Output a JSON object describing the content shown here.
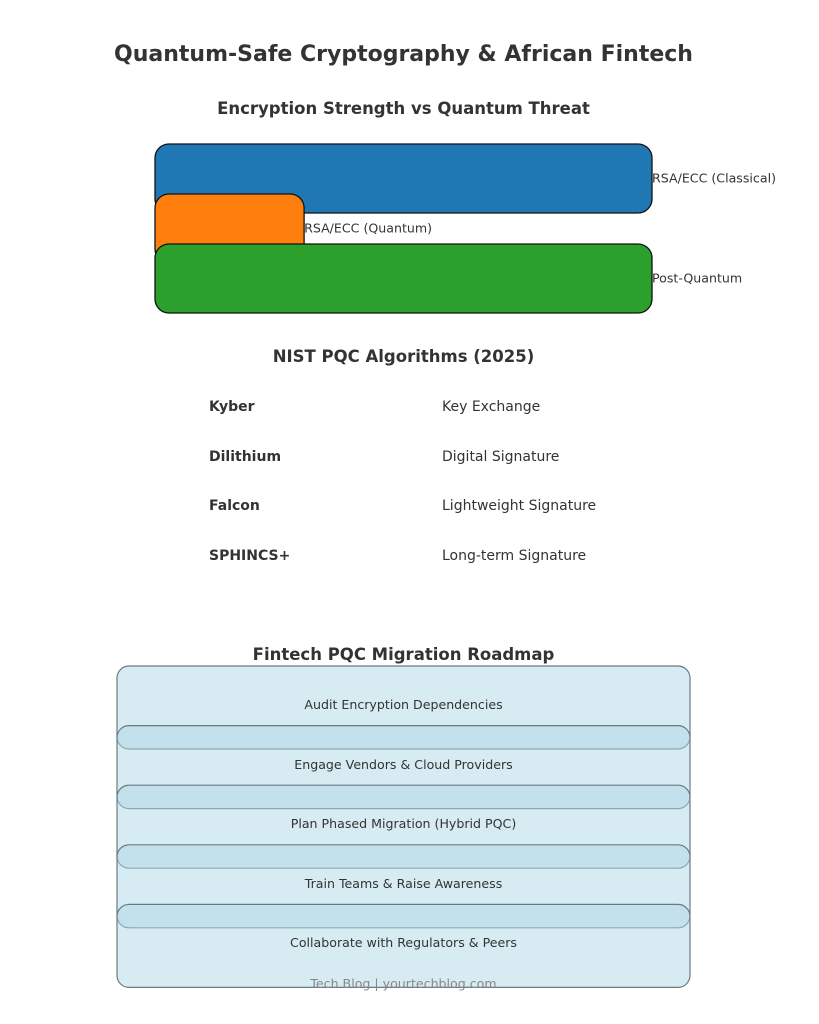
{
  "title": "Quantum-Safe Cryptography & African Fintech",
  "chart_data": {
    "type": "bar",
    "orientation": "horizontal",
    "title": "Encryption Strength vs Quantum Threat",
    "categories": [
      "RSA/ECC (Classical)",
      "RSA/ECC (Quantum)",
      "Post-Quantum"
    ],
    "values": [
      100,
      30,
      100
    ],
    "colors": [
      "#1f77b4",
      "#ff7f0e",
      "#2ca02c"
    ],
    "xlim": [
      0,
      100
    ],
    "xlabel": "",
    "ylabel": "",
    "grid": false
  },
  "algorithms": {
    "title": "NIST PQC Algorithms (2025)",
    "rows": [
      {
        "name": "Kyber",
        "use": "Key Exchange"
      },
      {
        "name": "Dilithium",
        "use": "Digital Signature"
      },
      {
        "name": "Falcon",
        "use": "Lightweight Signature"
      },
      {
        "name": "SPHINCS+",
        "use": "Long-term Signature"
      }
    ]
  },
  "roadmap": {
    "title": "Fintech PQC Migration Roadmap",
    "fill_color": "#add8e6",
    "steps": [
      "Audit Encryption Dependencies",
      "Engage Vendors & Cloud Providers",
      "Plan Phased Migration (Hybrid PQC)",
      "Train Teams & Raise Awareness",
      "Collaborate with Regulators & Peers"
    ]
  },
  "footer": "Tech Blog | yourtechblog.com"
}
